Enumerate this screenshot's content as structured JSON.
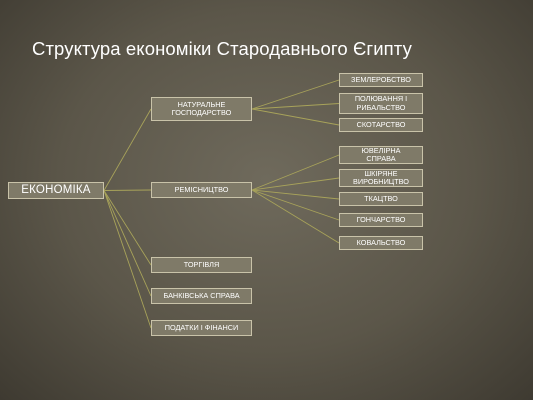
{
  "title": "Структура економіки Стародавнього  Єгипту",
  "colors": {
    "background": "#5b5649",
    "box_fill": "#7f7a68",
    "box_border": "#c9c3a9",
    "connector": "#a8a35a",
    "text": "#ffffff"
  },
  "diagram": {
    "root": "ЕКОНОМІКА",
    "branches": [
      {
        "label": "НАТУРАЛЬНЕ\nГОСПОДАРСТВО",
        "children": [
          "ЗЕМЛЕРОБСТВО",
          "ПОЛЮВАННЯ І\nРИБАЛЬСТВО",
          "СКОТАРСТВО"
        ]
      },
      {
        "label": "РЕМІСНИЦТВО",
        "children": [
          "ЮВЕЛІРНА\nСПРАВА",
          "ШКІРЯНЕ\nВИРОБНИЦТВО",
          "ТКАЦТВО",
          "ГОНЧАРСТВО",
          "КОВАЛЬСТВО"
        ]
      },
      {
        "label": "ТОРГІВЛЯ",
        "children": []
      },
      {
        "label": "БАНКІВСЬКА СПРАВА",
        "children": []
      },
      {
        "label": "ПОДАТКИ І ФІНАНСИ",
        "children": []
      }
    ]
  }
}
